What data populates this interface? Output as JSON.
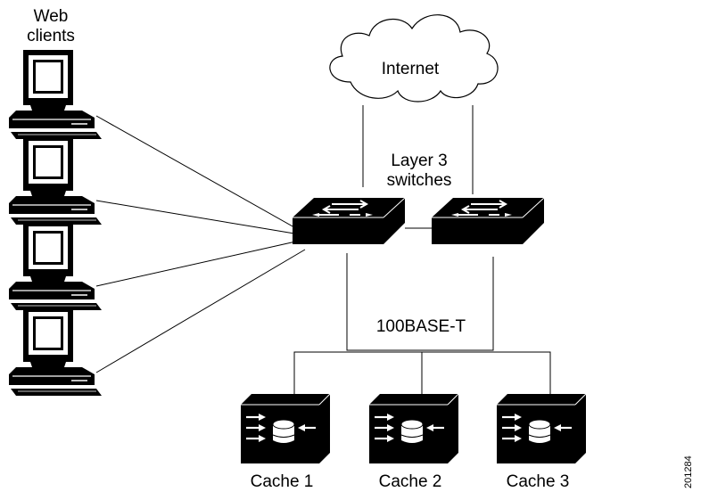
{
  "labels": {
    "web_clients_line1": "Web",
    "web_clients_line2": "clients",
    "internet": "Internet",
    "layer3_line1": "Layer 3",
    "layer3_line2": "switches",
    "lan": "100BASE-T",
    "figure_id": "201284"
  },
  "caches": [
    {
      "label": "Cache 1"
    },
    {
      "label": "Cache 2"
    },
    {
      "label": "Cache 3"
    }
  ],
  "web_client_count": 4,
  "switch_count": 2
}
